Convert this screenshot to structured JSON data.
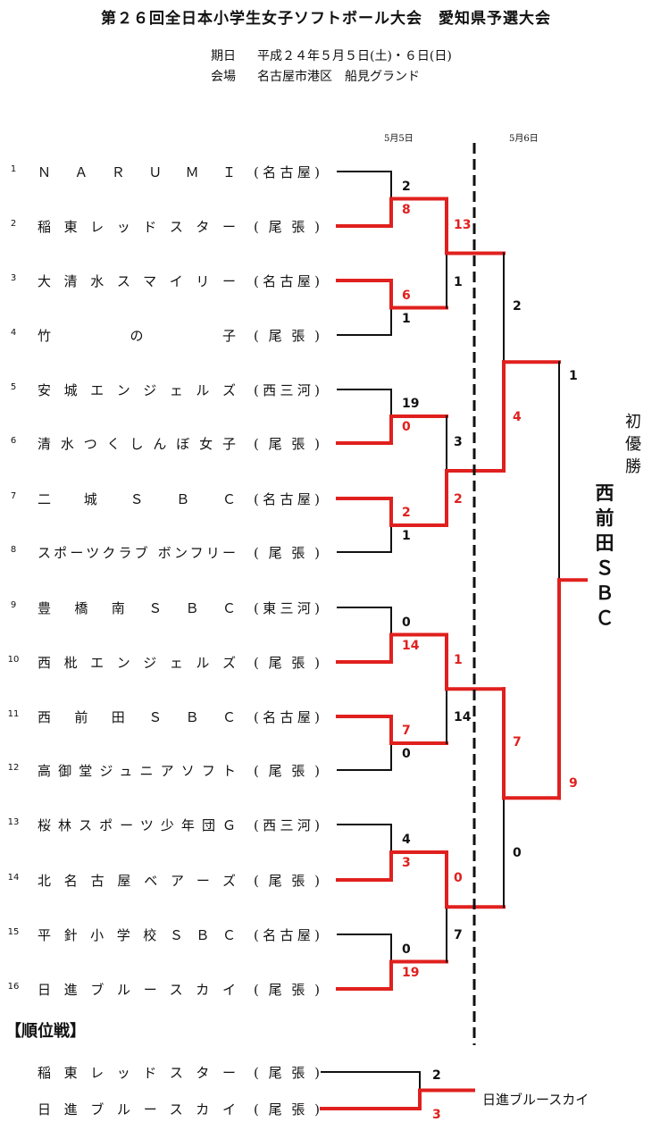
{
  "title": "第２６回全日本小学生女子ソフトボール大会　愛知県予選大会",
  "info": {
    "date_label": "期日",
    "date_value": "平成２４年５月５日(土)・６日(日)",
    "venue_label": "会場",
    "venue_value": "名古屋市港区　船見グランド"
  },
  "days": [
    "5月5日",
    "5月6日"
  ],
  "teams": [
    {
      "no": "1",
      "name": "ＮＡＲＵＭＩ",
      "region": "(名古屋)"
    },
    {
      "no": "2",
      "name": "稲東レッドスター",
      "region": "(尾張)"
    },
    {
      "no": "3",
      "name": "大清水スマイリー",
      "region": "(名古屋)"
    },
    {
      "no": "4",
      "name": "竹　　の　　子",
      "region": "(尾張)"
    },
    {
      "no": "5",
      "name": "安城エンジェルズ",
      "region": "(西三河)"
    },
    {
      "no": "6",
      "name": "清水つくしんぼ女子",
      "region": "(尾張)"
    },
    {
      "no": "7",
      "name": "二城ＳＢＣ",
      "region": "(名古屋)"
    },
    {
      "no": "8",
      "name": "スポーツクラブ ボンフリー",
      "region": "(尾張)"
    },
    {
      "no": "9",
      "name": "豊橋南ＳＢＣ",
      "region": "(東三河)"
    },
    {
      "no": "10",
      "name": "西枇エンジェルズ",
      "region": "(尾張)"
    },
    {
      "no": "11",
      "name": "西前田ＳＢＣ",
      "region": "(名古屋)"
    },
    {
      "no": "12",
      "name": "高御堂ジュニアソフト",
      "region": "(尾張)"
    },
    {
      "no": "13",
      "name": "桜林スポーツ少年団Ｇ",
      "region": "(西三河)"
    },
    {
      "no": "14",
      "name": "北名古屋ベアーズ",
      "region": "(尾張)"
    },
    {
      "no": "15",
      "name": "平針小学校ＳＢＣ",
      "region": "(名古屋)"
    },
    {
      "no": "16",
      "name": "日進ブルースカイ",
      "region": "(尾張)"
    }
  ],
  "scores": {
    "r1": [
      "2",
      "8",
      "6",
      "1",
      "19",
      "0",
      "2",
      "1",
      "0",
      "14",
      "7",
      "0",
      "4",
      "3",
      "0",
      "19"
    ],
    "r2": [
      "13",
      "1",
      "3",
      "2",
      "1",
      "14",
      "0",
      "7"
    ],
    "r3": [
      "2",
      "4",
      "7",
      "0"
    ],
    "final": [
      "1",
      "9"
    ]
  },
  "champion_label": "初優勝",
  "champion_team": "西前田ＳＢＣ",
  "placement": {
    "heading": "【順位戦】",
    "teams": [
      {
        "name": "稲東レッドスター",
        "region": "(尾張)",
        "score": "2"
      },
      {
        "name": "日進ブルースカイ",
        "region": "(尾張)",
        "score": "3"
      }
    ],
    "winner": "日進ブルースカイ"
  },
  "colors": {
    "win_line": "#e0201e",
    "line": "#111111"
  }
}
